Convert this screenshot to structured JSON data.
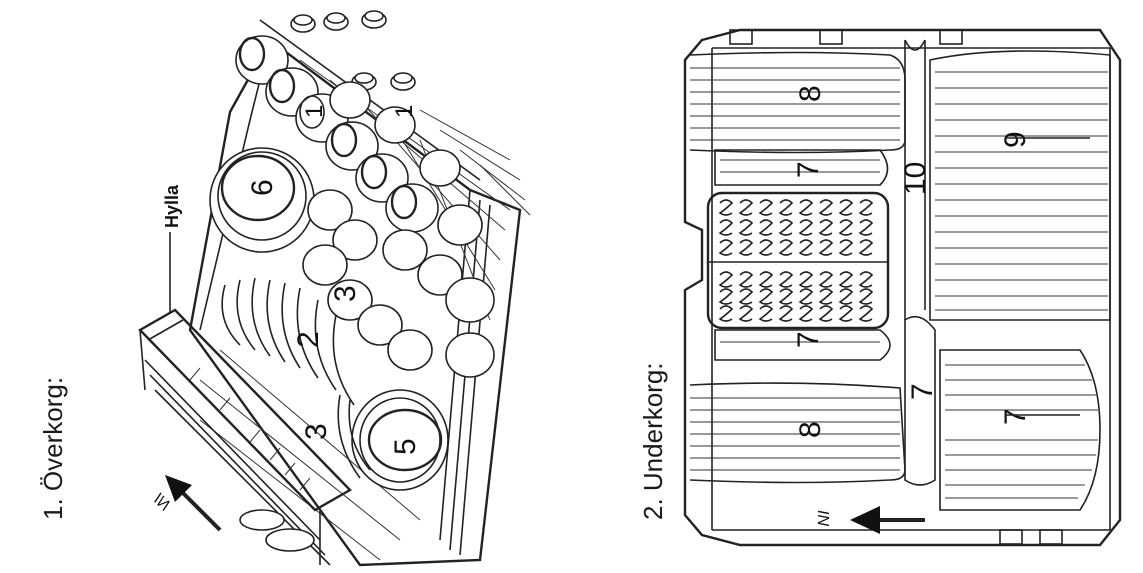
{
  "upper_basket": {
    "caption": "1. Överkorg:",
    "shelf_label": "Hylla",
    "direction_label": "IN",
    "item_numbers": [
      "1",
      "1",
      "6",
      "3",
      "2",
      "3",
      "5"
    ]
  },
  "lower_basket": {
    "caption": "2. Underkorg:",
    "direction_label": "IN",
    "item_numbers": [
      "8",
      "7",
      "10",
      "9",
      "7",
      "7",
      "7",
      "8"
    ]
  }
}
